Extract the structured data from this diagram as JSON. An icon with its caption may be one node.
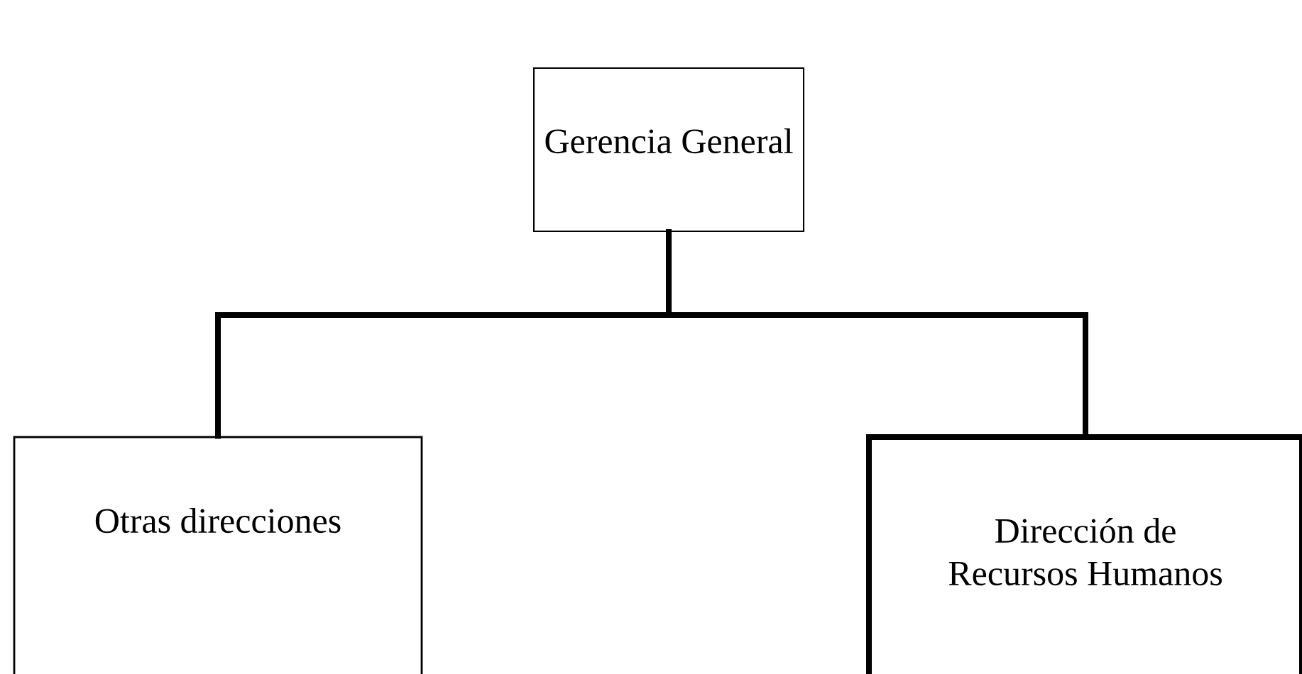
{
  "diagram": {
    "nodes": [
      {
        "text": [
          "Gerencia General"
        ]
      },
      {
        "text": [
          "Otras direcciones"
        ]
      },
      {
        "text": [
          "Dirección de Recursos Humanos"
        ]
      }
    ],
    "edges": [
      {
        "from": 0,
        "to": 1,
        "arrow": "none"
      },
      {
        "from": 0,
        "to": 2,
        "arrow": "none"
      }
    ]
  }
}
